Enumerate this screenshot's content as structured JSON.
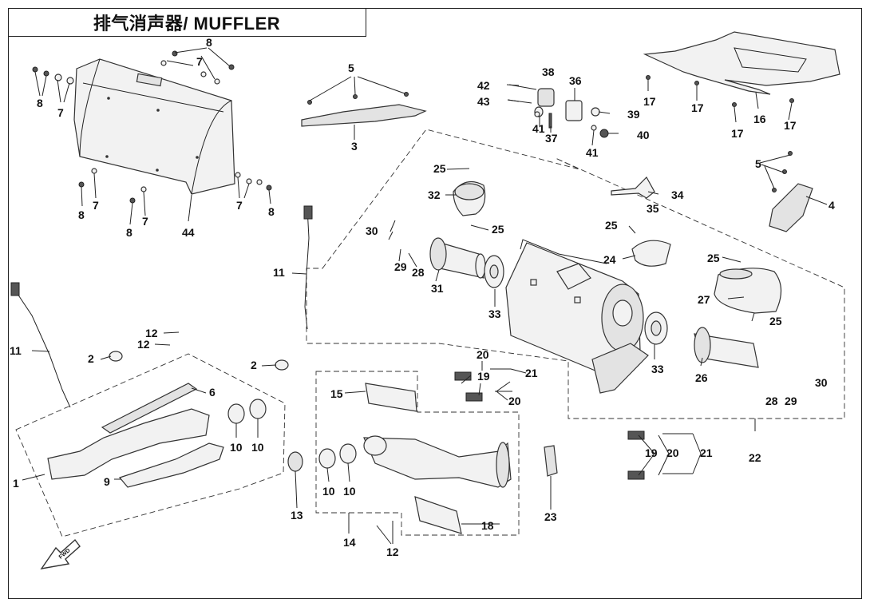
{
  "title": "排气消声器/ MUFFLER",
  "direction_marker": "FWD",
  "part_labels": [
    {
      "id": "L1",
      "text": "1"
    },
    {
      "id": "L2a",
      "text": "2"
    },
    {
      "id": "L2b",
      "text": "2"
    },
    {
      "id": "L3",
      "text": "3"
    },
    {
      "id": "L4",
      "text": "4"
    },
    {
      "id": "L5a",
      "text": "5"
    },
    {
      "id": "L5b",
      "text": "5"
    },
    {
      "id": "L6",
      "text": "6"
    },
    {
      "id": "L7a",
      "text": "7"
    },
    {
      "id": "L7b",
      "text": "7"
    },
    {
      "id": "L7c",
      "text": "7"
    },
    {
      "id": "L7d",
      "text": "7"
    },
    {
      "id": "L7e",
      "text": "7"
    },
    {
      "id": "L8a",
      "text": "8"
    },
    {
      "id": "L8b",
      "text": "8"
    },
    {
      "id": "L8c",
      "text": "8"
    },
    {
      "id": "L8d",
      "text": "8"
    },
    {
      "id": "L8e",
      "text": "8"
    },
    {
      "id": "L9",
      "text": "9"
    },
    {
      "id": "L10a",
      "text": "10"
    },
    {
      "id": "L10b",
      "text": "10"
    },
    {
      "id": "L10c",
      "text": "10"
    },
    {
      "id": "L10d",
      "text": "10"
    },
    {
      "id": "L11a",
      "text": "11"
    },
    {
      "id": "L11b",
      "text": "11"
    },
    {
      "id": "L12a",
      "text": "12"
    },
    {
      "id": "L12b",
      "text": "12"
    },
    {
      "id": "L12c",
      "text": "12"
    },
    {
      "id": "L13",
      "text": "13"
    },
    {
      "id": "L14",
      "text": "14"
    },
    {
      "id": "L15",
      "text": "15"
    },
    {
      "id": "L16",
      "text": "16"
    },
    {
      "id": "L17a",
      "text": "17"
    },
    {
      "id": "L17b",
      "text": "17"
    },
    {
      "id": "L17c",
      "text": "17"
    },
    {
      "id": "L17d",
      "text": "17"
    },
    {
      "id": "L18",
      "text": "18"
    },
    {
      "id": "L19a",
      "text": "19"
    },
    {
      "id": "L19b",
      "text": "19"
    },
    {
      "id": "L20a",
      "text": "20"
    },
    {
      "id": "L20b",
      "text": "20"
    },
    {
      "id": "L20c",
      "text": "20"
    },
    {
      "id": "L21a",
      "text": "21"
    },
    {
      "id": "L21b",
      "text": "21"
    },
    {
      "id": "L22",
      "text": "22"
    },
    {
      "id": "L23",
      "text": "23"
    },
    {
      "id": "L24",
      "text": "24"
    },
    {
      "id": "L25a",
      "text": "25"
    },
    {
      "id": "L25b",
      "text": "25"
    },
    {
      "id": "L25c",
      "text": "25"
    },
    {
      "id": "L25d",
      "text": "25"
    },
    {
      "id": "L25e",
      "text": "25"
    },
    {
      "id": "L26",
      "text": "26"
    },
    {
      "id": "L27",
      "text": "27"
    },
    {
      "id": "L28a",
      "text": "28"
    },
    {
      "id": "L28b",
      "text": "28"
    },
    {
      "id": "L29a",
      "text": "29"
    },
    {
      "id": "L29b",
      "text": "29"
    },
    {
      "id": "L30a",
      "text": "30"
    },
    {
      "id": "L30b",
      "text": "30"
    },
    {
      "id": "L31",
      "text": "31"
    },
    {
      "id": "L32",
      "text": "32"
    },
    {
      "id": "L33a",
      "text": "33"
    },
    {
      "id": "L33b",
      "text": "33"
    },
    {
      "id": "L34",
      "text": "34"
    },
    {
      "id": "L35",
      "text": "35"
    },
    {
      "id": "L36",
      "text": "36"
    },
    {
      "id": "L37",
      "text": "37"
    },
    {
      "id": "L38",
      "text": "38"
    },
    {
      "id": "L39",
      "text": "39"
    },
    {
      "id": "L40",
      "text": "40"
    },
    {
      "id": "L41a",
      "text": "41"
    },
    {
      "id": "L41b",
      "text": "41"
    },
    {
      "id": "L42",
      "text": "42"
    },
    {
      "id": "L43",
      "text": "43"
    },
    {
      "id": "L44",
      "text": "44"
    }
  ]
}
